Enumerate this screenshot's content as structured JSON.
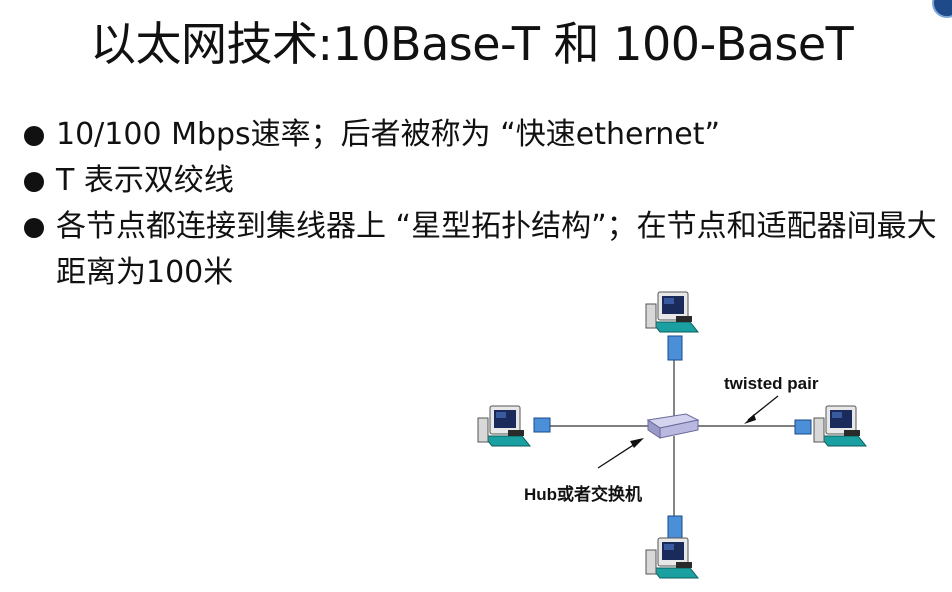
{
  "slide": {
    "title": "以太网技术:10Base-T 和 100-BaseT",
    "bullets": [
      {
        "text": "10/100 Mbps速率；后者被称为 “快速ethernet”"
      },
      {
        "text": "T 表示双绞线"
      },
      {
        "text": "各节点都连接到集线器上 “星型拓扑结构”；在节点和适配器间最大距离为100米"
      }
    ]
  },
  "diagram": {
    "link_label": "twisted pair",
    "hub_label": "Hub或者交换机",
    "nodes": [
      "top-computer",
      "left-computer",
      "right-computer",
      "bottom-computer"
    ]
  },
  "colors": {
    "text": "#111111",
    "hub_fill": "#b8b8e0",
    "computer_base": "#1aa0a0",
    "adapter": "#4a8fd8"
  }
}
